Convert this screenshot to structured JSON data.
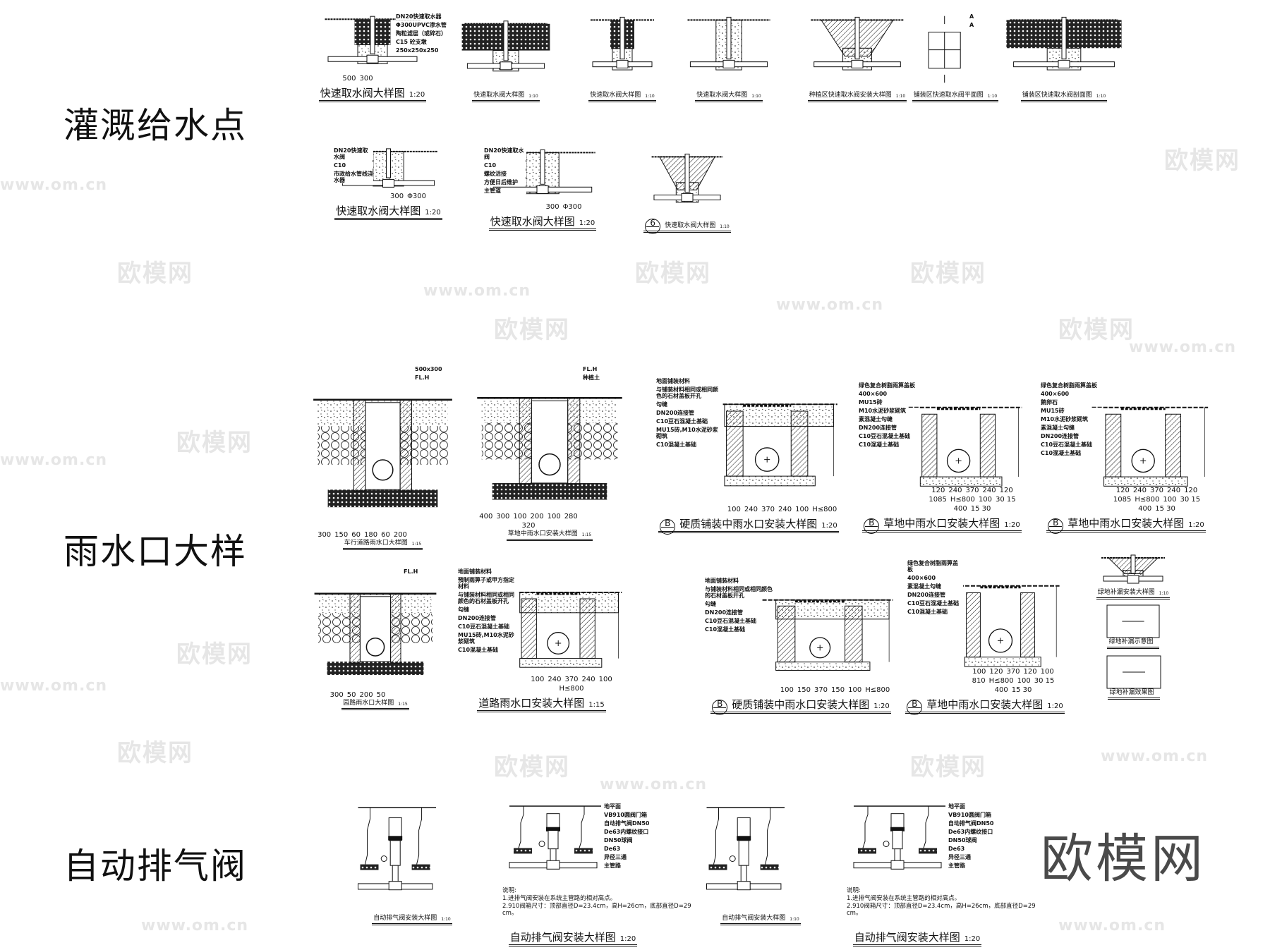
{
  "sections": [
    {
      "label": "灌溉给水点"
    },
    {
      "label": "雨水口大样"
    },
    {
      "label": "自动排气阀"
    }
  ],
  "watermark": {
    "brand": "欧模网",
    "url": "www.om.cn"
  },
  "drawings": [
    {
      "title": "快速取水阀大样图",
      "scale": "1:20",
      "labels": [
        "DN20快速取水器",
        "Φ300UPVC渗水管",
        "陶粒滤层（或碎石）",
        "C15 砼支墩",
        "250x250x250"
      ],
      "dims": [
        "500",
        "300"
      ]
    },
    {
      "title": "快速取水阀大样图",
      "scale": "1:10",
      "labels": [],
      "dims": []
    },
    {
      "title": "快速取水阀大样图",
      "scale": "1:10",
      "labels": [],
      "dims": []
    },
    {
      "title": "快速取水阀大样图",
      "scale": "1:10",
      "labels": [],
      "dims": []
    },
    {
      "title": "种植区快速取水阀安装大样图",
      "scale": "1:10",
      "labels": [],
      "dims": []
    },
    {
      "title": "铺装区快速取水阀平面图",
      "scale": "1:10",
      "labels": [
        "A",
        "A"
      ],
      "dims": []
    },
    {
      "title": "铺装区快速取水阀剖面图",
      "scale": "1:10",
      "labels": [],
      "dims": []
    },
    {
      "title": "快速取水阀大样图",
      "scale": "1:20",
      "labels": [
        "DN20快速取水阀",
        "C10",
        "市政给水管线浇水器"
      ],
      "dims": [
        "300",
        "Φ300"
      ]
    },
    {
      "title": "快速取水阀大样图",
      "scale": "1:20",
      "labels": [
        "DN20快速取水阀",
        "C10",
        "螺纹活接",
        "方便日后维护",
        "主管道"
      ],
      "dims": [
        "300",
        "Φ300"
      ]
    },
    {
      "title": "快速取水阀大样图",
      "scale": "1:10",
      "marker": "6",
      "labels": [],
      "dims": []
    },
    {
      "title": "车行道路雨水口大样图",
      "scale": "1:15",
      "labels": [
        "500x300",
        "FL.H"
      ],
      "dims": [
        "300",
        "150",
        "60",
        "180",
        "60",
        "200"
      ]
    },
    {
      "title": "草地中雨水口安装大样图",
      "scale": "1:15",
      "labels": [
        "FL.H",
        "种植土"
      ],
      "dims": [
        "400",
        "300",
        "100",
        "200",
        "100",
        "280",
        "320"
      ]
    },
    {
      "title": "硬质铺装中雨水口安装大样图",
      "scale": "1:20",
      "marker": "B",
      "labels": [
        "地面铺装材料",
        "与铺装材料相同或相同颜色的石材盖板开孔",
        "勾缝",
        "DN200连接管",
        "C10豆石混凝土基础",
        "MU15砖,M10水泥砂浆砌筑",
        "C10混凝土基础"
      ],
      "dims": [
        "100",
        "240",
        "370",
        "240",
        "100",
        "H≤800"
      ]
    },
    {
      "title": "草地中雨水口安装大样图",
      "scale": "1:20",
      "marker": "B",
      "labels": [
        "绿色复合树脂雨箅盖板",
        "400×600",
        "MU15砖",
        "M10水泥砂浆砌筑",
        "素混凝土勾缝",
        "DN200连接管",
        "C10豆石混凝土基础",
        "C10混凝土基础"
      ],
      "dims": [
        "120",
        "240",
        "370",
        "240",
        "120",
        "1085",
        "H≤800",
        "100",
        "30 15",
        "400",
        "15 30"
      ]
    },
    {
      "title": "草地中雨水口安装大样图",
      "scale": "1:20",
      "marker": "B",
      "labels": [
        "绿色复合树脂雨箅盖板",
        "400×600",
        "鹅卵石",
        "MU15砖",
        "M10水泥砂浆砌筑",
        "素混凝土勾缝",
        "DN200连接管",
        "C10豆石混凝土基础",
        "C10混凝土基础"
      ],
      "dims": [
        "120",
        "240",
        "370",
        "240",
        "120",
        "1085",
        "H≤800",
        "100",
        "30 15",
        "400",
        "15 30"
      ]
    },
    {
      "title": "园路雨水口大样图",
      "scale": "1:15",
      "labels": [
        "FL.H"
      ],
      "dims": [
        "300",
        "50",
        "200",
        "50"
      ]
    },
    {
      "title": "道路雨水口安装大样图",
      "scale": "1:15",
      "labels": [
        "地面铺装材料",
        "預制雨箅子或甲方指定材料",
        "与铺装材料相同或相同颜色的石材盖板开孔",
        "勾缝",
        "DN200连接管",
        "C10豆石混凝土基础",
        "MU15砖,M10水泥砂浆砌筑",
        "C10混凝土基础"
      ],
      "dims": [
        "100",
        "240",
        "370",
        "240",
        "100",
        "H≤800"
      ]
    },
    {
      "title": "硬质铺装中雨水口安装大样图",
      "scale": "1:20",
      "marker": "B",
      "labels": [
        "地面铺装材料",
        "与铺装材料相同或相同颜色的石材盖板开孔",
        "勾缝",
        "DN200连接管",
        "C10豆石混凝土基础",
        "C10混凝土基础"
      ],
      "dims": [
        "100",
        "150",
        "370",
        "150",
        "100",
        "H≤800"
      ]
    },
    {
      "title": "草地中雨水口安装大样图",
      "scale": "1:20",
      "marker": "B",
      "labels": [
        "绿色复合树脂雨箅盖板",
        "400×600",
        "素混凝土勾缝",
        "DN200连接管",
        "C10豆石混凝土基础",
        "C10混凝土基础"
      ],
      "dims": [
        "100",
        "120",
        "370",
        "120",
        "100",
        "810",
        "H≤800",
        "100",
        "30 15",
        "400",
        "15 30"
      ]
    },
    {
      "title": "绿地补漏安装大样图",
      "scale": "1:10",
      "labels": [],
      "dims": []
    },
    {
      "title": "绿地补漏示意图",
      "scale": "",
      "labels": [],
      "dims": []
    },
    {
      "title": "绿地补漏效果图",
      "scale": "",
      "labels": [],
      "dims": []
    },
    {
      "title": "自动排气阀安装大样图",
      "scale": "1:10",
      "labels": [],
      "dims": []
    },
    {
      "title": "自动排气阀安装大样图",
      "scale": "1:20",
      "labels": [
        "地平面",
        "VB910圆阀门箱",
        "自动排气阀DN50",
        "De63内螺纹接口",
        "DN50球阀",
        "De63",
        "异径三通",
        "主管路"
      ],
      "notes": [
        "说明:",
        "1.进排气阀安装在系统主管路的相对高点。",
        "2.910阀箱尺寸：顶部直径D=23.4cm，高H=26cm，底部直径D=29cm。"
      ],
      "dims": []
    },
    {
      "title": "自动排气阀安装大样图",
      "scale": "1:10",
      "labels": [],
      "dims": []
    },
    {
      "title": "自动排气阀安装大样图",
      "scale": "1:20",
      "labels": [
        "地平面",
        "VB910圆阀门箱",
        "自动排气阀DN50",
        "De63内螺纹接口",
        "DN50球阀",
        "De63",
        "异径三通",
        "主管路"
      ],
      "notes": [
        "说明:",
        "1.进排气阀安装在系统主管路的相对高点。",
        "2.910阀箱尺寸：顶部直径D=23.4cm，高H=26cm，底部直径D=29cm。"
      ],
      "dims": []
    }
  ]
}
